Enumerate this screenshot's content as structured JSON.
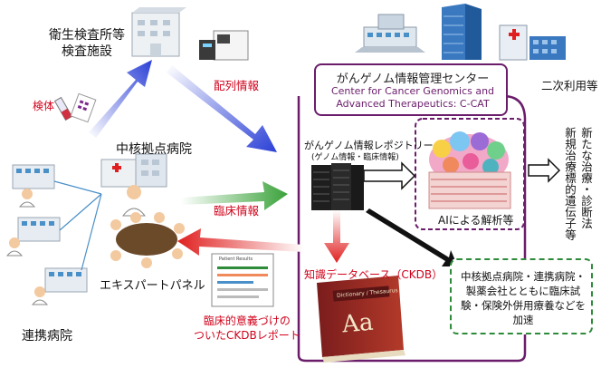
{
  "labels": {
    "inspection_facility": "衛生検査所等\n検査施設",
    "sample": "検体",
    "sequence_info": "配列情報",
    "core_hospital": "中核拠点病院",
    "clinical_info": "臨床情報",
    "expert_panel": "エキスパートパネル",
    "cooperating_hospital": "連携病院",
    "ckdb_report": "臨床的意義づけの\nついたCKDBレポート",
    "secondary_use": "二次利用等",
    "repository": "がんゲノム情報レポジトリー",
    "repository_sub": "(ゲノム情報・臨床情報)",
    "ai_analysis": "AIによる解析等",
    "ckdb": "知識データベース（CKDB）",
    "dictionary_title": "Dictionary / Thesaurus",
    "dictionary_letters": "Aa",
    "report_title": "Patient Results",
    "discovery_col1": "新たな治療・診断法",
    "discovery_col2": "新規治療標的遺伝子等",
    "note": "中核拠点病院・連携病院・製薬会社とともに臨床試験・保険外併用療養などを加速"
  },
  "center": {
    "title": "がんゲノム情報管理センター",
    "english": "Center for Cancer Genomics and\nAdvanced Therapeutics: C-CAT"
  },
  "colors": {
    "center_border": "#6b1d6b",
    "note_border": "#2e8b3a",
    "label_red": "#d0021b",
    "arrow_blue": "#2a3fd6",
    "arrow_green": "#3aa23a",
    "arrow_red": "#e02020"
  }
}
